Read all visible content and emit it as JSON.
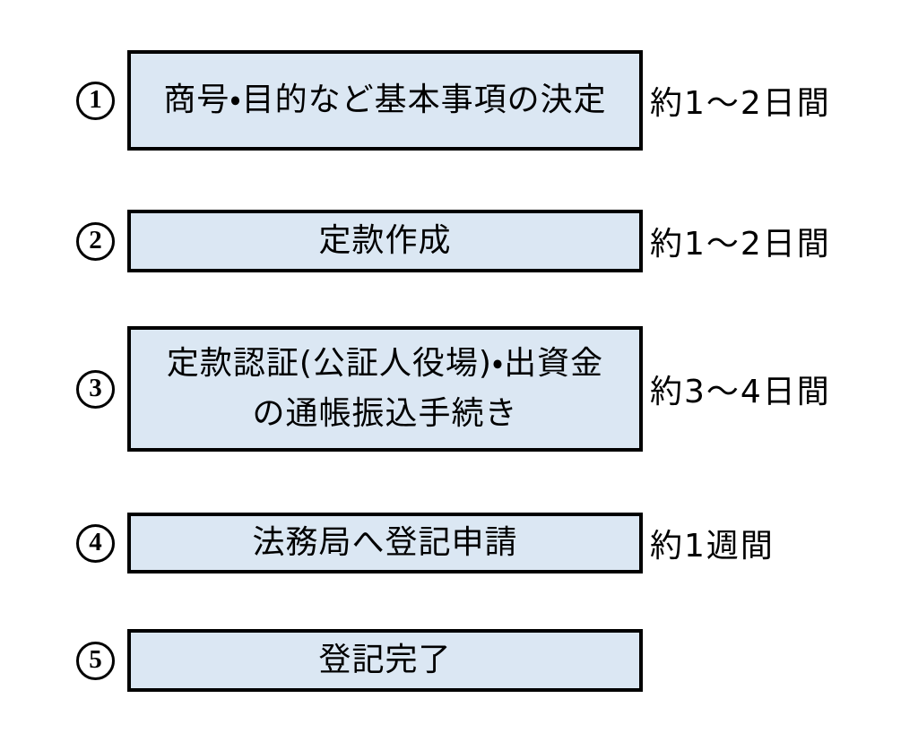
{
  "diagram": {
    "description": "会社設立の流れ（5ステップのフロー図）",
    "colors": {
      "background": "#ffffff",
      "box_fill": "#dbe7f3",
      "box_border": "#000000",
      "text": "#000000"
    },
    "steps": [
      {
        "number": "1",
        "label": "商号・目的など基本事項の決定",
        "duration": "約1～2日間"
      },
      {
        "number": "2",
        "label": "定款作成",
        "duration": "約1～2日間"
      },
      {
        "number": "3",
        "label": "定款認証(公証人役場)・出資金\nの通帳振込手続き",
        "duration": "約3～4日間"
      },
      {
        "number": "4",
        "label": "法務局へ登記申請",
        "duration": "約1週間"
      },
      {
        "number": "5",
        "label": "登記完了",
        "duration": ""
      }
    ]
  }
}
